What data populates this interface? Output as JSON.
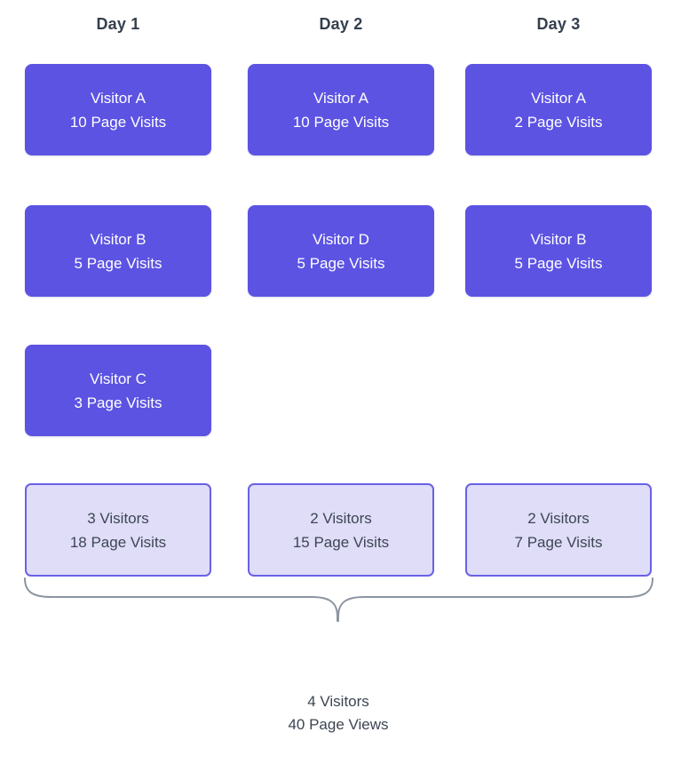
{
  "columns": [
    {
      "header": "Day 1",
      "cards": [
        {
          "line1": "Visitor A",
          "line2": "10 Page Visits"
        },
        {
          "line1": "Visitor B",
          "line2": "5 Page Visits"
        },
        {
          "line1": "Visitor C",
          "line2": "3 Page Visits"
        }
      ],
      "summary": {
        "line1": "3 Visitors",
        "line2": "18 Page Visits"
      }
    },
    {
      "header": "Day 2",
      "cards": [
        {
          "line1": "Visitor A",
          "line2": "10 Page Visits"
        },
        {
          "line1": "Visitor D",
          "line2": "5 Page Visits"
        }
      ],
      "summary": {
        "line1": "2 Visitors",
        "line2": "15 Page Visits"
      }
    },
    {
      "header": "Day 3",
      "cards": [
        {
          "line1": "Visitor A",
          "line2": "2 Page Visits"
        },
        {
          "line1": "Visitor B",
          "line2": "5 Page Visits"
        }
      ],
      "summary": {
        "line1": "2 Visitors",
        "line2": "7 Page Visits"
      }
    }
  ],
  "total": {
    "line1": "4 Visitors",
    "line2": "40 Page Views"
  },
  "colors": {
    "card_bg": "#5c53e3",
    "card_text": "#ffffff",
    "summary_bg": "#dfddf8",
    "summary_border": "#6a61e6",
    "heading_text": "#343f4e",
    "total_text": "#3c4553",
    "brace_stroke": "#8b95a0"
  }
}
